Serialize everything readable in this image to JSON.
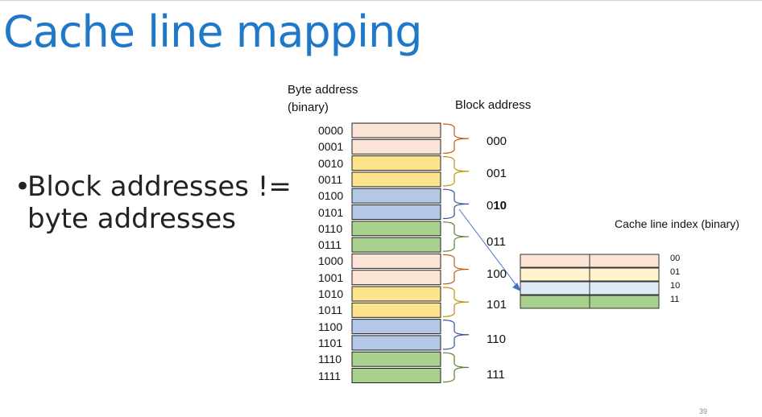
{
  "title": "Cache line mapping",
  "bullet": {
    "line1": "Block addresses !=",
    "line2": "byte addresses"
  },
  "labels": {
    "byte_address_line1": "Byte address",
    "byte_address_line2": "(binary)",
    "block_address": "Block address",
    "cache_line_index": "Cache line index (binary)"
  },
  "byte_addresses": [
    {
      "addr": "0000",
      "color": "#fbe3d6"
    },
    {
      "addr": "0001",
      "color": "#fbe3d6"
    },
    {
      "addr": "0010",
      "color": "#fde38c"
    },
    {
      "addr": "0011",
      "color": "#fde38c"
    },
    {
      "addr": "0100",
      "color": "#b4c7e7"
    },
    {
      "addr": "0101",
      "color": "#b4c7e7"
    },
    {
      "addr": "0110",
      "color": "#a9d18e"
    },
    {
      "addr": "0111",
      "color": "#a9d18e"
    },
    {
      "addr": "1000",
      "color": "#fbe3d6"
    },
    {
      "addr": "1001",
      "color": "#fbe3d6"
    },
    {
      "addr": "1010",
      "color": "#fde38c"
    },
    {
      "addr": "1011",
      "color": "#fde38c"
    },
    {
      "addr": "1100",
      "color": "#b4c7e7"
    },
    {
      "addr": "1101",
      "color": "#b4c7e7"
    },
    {
      "addr": "1110",
      "color": "#a9d18e"
    },
    {
      "addr": "1111",
      "color": "#a9d18e"
    }
  ],
  "block_addresses": [
    {
      "prefix": "000",
      "bold": "",
      "brace_color": "#c55a11"
    },
    {
      "prefix": "001",
      "bold": "",
      "brace_color": "#bf9000"
    },
    {
      "prefix": "0",
      "bold": "10",
      "brace_color": "#2f5597"
    },
    {
      "prefix": "011",
      "bold": "",
      "brace_color": "#548235"
    },
    {
      "prefix": "100",
      "bold": "",
      "brace_color": "#c55a11"
    },
    {
      "prefix": "101",
      "bold": "",
      "brace_color": "#bf9000"
    },
    {
      "prefix": "110",
      "bold": "",
      "brace_color": "#2f5597"
    },
    {
      "prefix": "111",
      "bold": "",
      "brace_color": "#548235"
    }
  ],
  "cache_lines": [
    {
      "index": "00",
      "color": "#fbe3d6"
    },
    {
      "index": "01",
      "color": "#fff2cc"
    },
    {
      "index": "10",
      "color": "#deebf7"
    },
    {
      "index": "11",
      "color": "#a9d18e"
    }
  ],
  "arrow_color": "#4472c4",
  "page_number": "39"
}
